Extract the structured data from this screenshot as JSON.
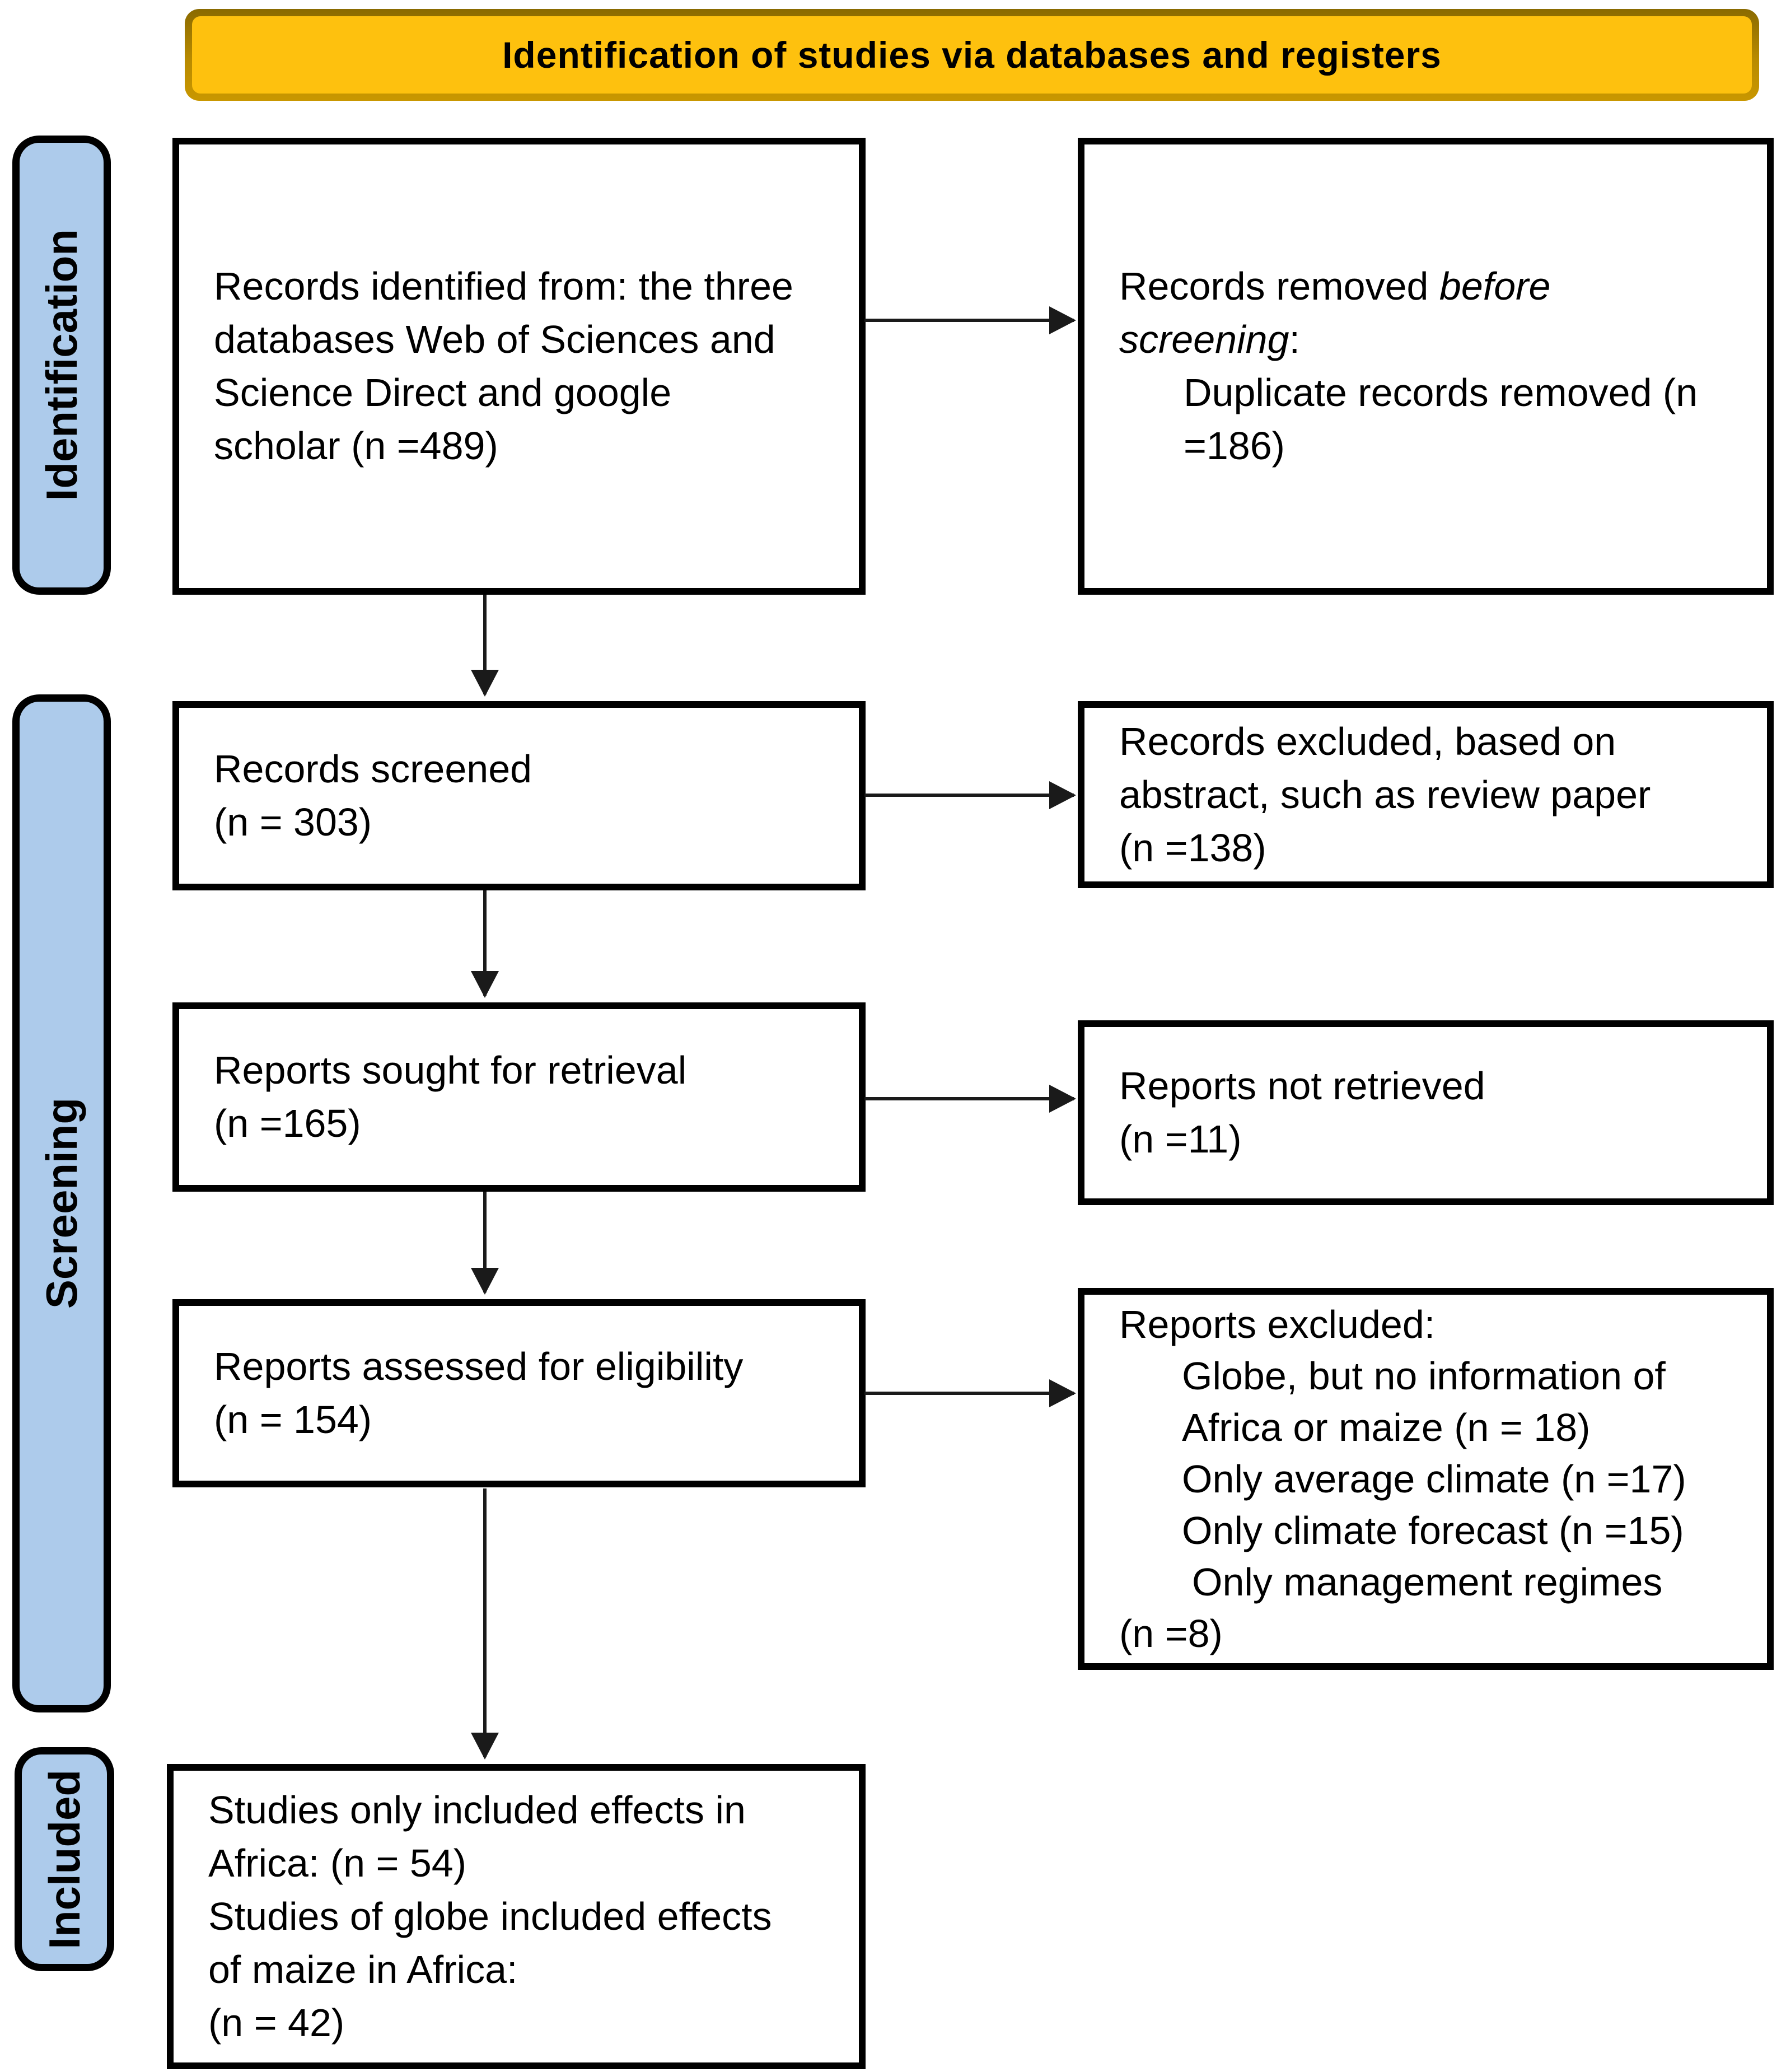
{
  "banner": {
    "label": "Identification of studies via databases and registers"
  },
  "side_labels": [
    {
      "id": "identification",
      "label": "Identification"
    },
    {
      "id": "screening",
      "label": "Screening"
    },
    {
      "id": "included",
      "label": "Included"
    }
  ],
  "boxes": {
    "records_identified": {
      "n": "489",
      "lines": [
        {
          "text": "Records identified from: the three"
        },
        {
          "text": "databases Web of Sciences and"
        },
        {
          "text": "Science Direct and google"
        },
        {
          "text": "scholar (n =489)"
        }
      ]
    },
    "records_removed": {
      "n": "186",
      "lines": [
        {
          "runs": [
            {
              "text": "Records removed "
            },
            {
              "text": "before",
              "italic": true
            }
          ]
        },
        {
          "runs": [
            {
              "text": "screening",
              "italic": true
            },
            {
              "text": ":"
            }
          ]
        },
        {
          "text": "Duplicate records removed (n",
          "indent": 115
        },
        {
          "text": "=186)",
          "indent": 115
        }
      ]
    },
    "records_screened": {
      "n": "303",
      "lines": [
        {
          "text": "Records screened"
        },
        {
          "text": "(n = 303)"
        }
      ]
    },
    "records_excluded": {
      "n": "138",
      "lines": [
        {
          "text": "Records excluded, based on"
        },
        {
          "text": "abstract, such as review paper"
        },
        {
          "text": "(n =138)"
        }
      ]
    },
    "reports_sought": {
      "n": "165",
      "lines": [
        {
          "text": "Reports sought for retrieval"
        },
        {
          "text": "(n =165)"
        }
      ]
    },
    "reports_not_retrieved": {
      "n": "11",
      "lines": [
        {
          "text": "Reports not retrieved"
        },
        {
          "text": "(n =11)"
        }
      ]
    },
    "reports_assessed": {
      "n": "154",
      "lines": [
        {
          "text": "Reports assessed for eligibility"
        },
        {
          "text": "(n = 154)"
        }
      ]
    },
    "reports_excluded": {
      "lines": [
        {
          "text": "Reports excluded:"
        },
        {
          "text": "Globe, but no information of",
          "indent": 112
        },
        {
          "text": "Africa or maize (n = 18)",
          "indent": 112
        },
        {
          "text": "Only average climate (n =17)",
          "indent": 112
        },
        {
          "text": "Only climate forecast (n =15)",
          "indent": 112
        },
        {
          "text": "Only management regimes",
          "indent": 130
        },
        {
          "text": "(n =8)"
        }
      ]
    },
    "studies_included": {
      "lines": [
        {
          "text": "Studies only included effects in"
        },
        {
          "text": "Africa: (n = 54)"
        },
        {
          "text": "Studies of globe included effects"
        },
        {
          "text": "of maize in Africa:"
        },
        {
          "text": "(n = 42)"
        }
      ]
    }
  },
  "colors": {
    "banner_fill": "#FEC10E",
    "label_fill": "#ADCBEB",
    "box_border": "#000000",
    "arrow": "#1A1A1A"
  }
}
